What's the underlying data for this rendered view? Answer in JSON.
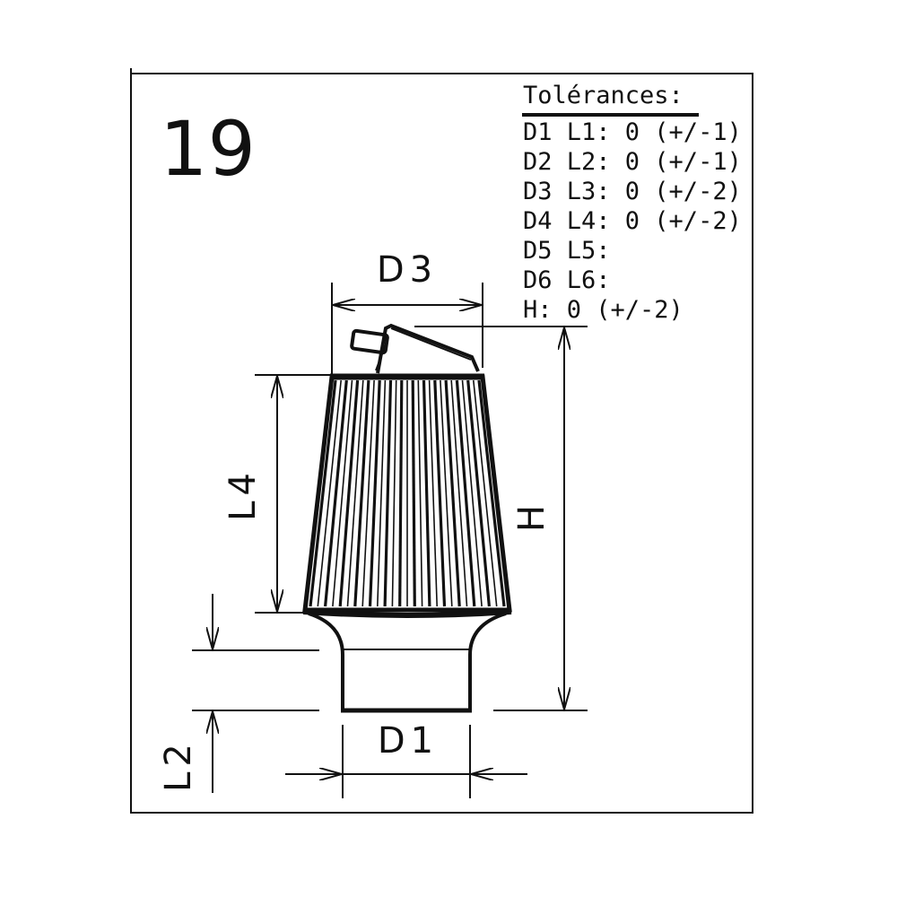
{
  "figure_number": "19",
  "tolerances": {
    "title": "Tolérances:",
    "rows": [
      "D1 L1: 0 (+/-1)",
      "D2 L2: 0 (+/-1)",
      "D3 L3: 0 (+/-2)",
      "D4 L4: 0 (+/-2)",
      "D5 L5:",
      "D6 L6:",
      "H: 0 (+/-2)"
    ]
  },
  "dimension_labels": {
    "d3": "D3",
    "l4": "L4",
    "h": "H",
    "d1": "D1",
    "l2": "L2"
  }
}
